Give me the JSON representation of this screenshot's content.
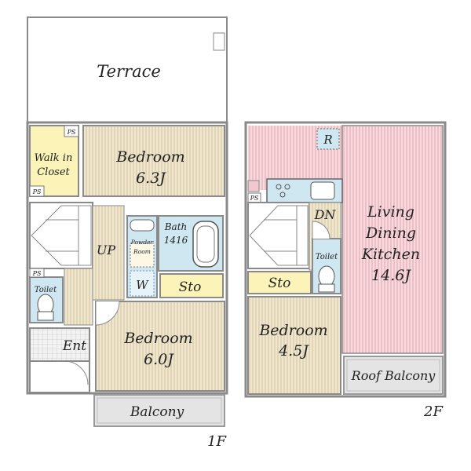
{
  "floors": {
    "first_floor": {
      "floor_label": "1F",
      "rooms": {
        "terrace": "Terrace",
        "walk_in_closet_line1": "Walk in",
        "walk_in_closet_line2": "Closet",
        "bedroom_a_name": "Bedroom",
        "bedroom_a_size": "6.3J",
        "stairs_up": "UP",
        "bath_name": "Bath",
        "bath_size": "1416",
        "powder_room_line1": "Powder",
        "powder_room_line2": "Room",
        "washer": "W",
        "storage": "Sto",
        "toilet": "Toilet",
        "entrance": "Ent",
        "bedroom_b_name": "Bedroom",
        "bedroom_b_size": "6.0J",
        "balcony": "Balcony",
        "pipe_space_1": "PS",
        "pipe_space_2": "PS",
        "pipe_space_3": "PS"
      }
    },
    "second_floor": {
      "floor_label": "2F",
      "rooms": {
        "refrigerator": "R",
        "pipe_space": "PS",
        "stairs_down": "DN",
        "ldk_line1": "Living",
        "ldk_line2": "Dining",
        "ldk_line3": "Kitchen",
        "ldk_size": "14.6J",
        "toilet": "Toilet",
        "storage": "Sto",
        "bedroom_name": "Bedroom",
        "bedroom_size": "4.5J",
        "roof_balcony": "Roof Balcony"
      }
    }
  },
  "colors": {
    "wall": "#8a8a8a",
    "bedroom_floor": "#efe6cf",
    "bedroom_lines": "#d8c9a4",
    "ldk_floor": "#f6d8dd",
    "ldk_lines": "#e3a9b2",
    "closet_fill": "#fbf3b8",
    "wet_area": "#cfe7f1",
    "balcony_fill": "#e4e4e4",
    "outline": "#555555"
  }
}
